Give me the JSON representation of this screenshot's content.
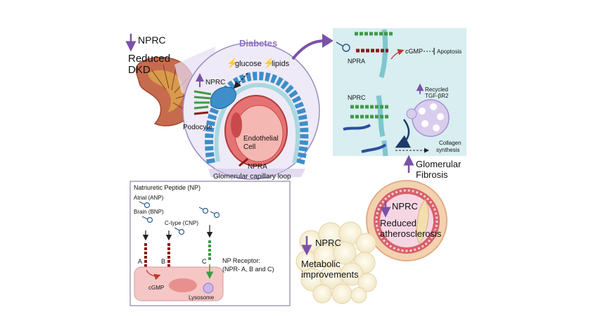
{
  "kidney": {
    "nprc": "NPRC",
    "reduced_line1": "Reduced",
    "reduced_line2": "DKD"
  },
  "glomerulus": {
    "title": "Diabetes",
    "glucose": "glucose",
    "lipids": "lipids",
    "nprc_up": "NPRC",
    "podocyte": "Podocyte",
    "endothelial_line1": "Endothelial",
    "endothelial_line2": "Cell",
    "npra": "NPRA",
    "loop": "Glomerular capillary loop"
  },
  "fibrosis_panel": {
    "npra": "NPRA",
    "cgmp": "cGMP",
    "apoptosis": "Apoptosis",
    "nprc": "NPRC",
    "recycled_line1": "Recycled",
    "recycled_line2": "TGF-βR2",
    "collagen_line1": "Collagen",
    "collagen_line2": "synthesis",
    "result_line1": "Glomerular",
    "result_line2": "Fibrosis",
    "bg_color": "#d8eef0"
  },
  "np_box": {
    "title": "Natriuretic Peptide (NP)",
    "atrial": "Atrial (ANP)",
    "brain": "Brain (BNP)",
    "ctype": "C-type (CNP)",
    "label_a": "A",
    "label_b": "B",
    "label_c": "C",
    "receptor_line1": "NP Receptor:",
    "receptor_line2": "(NPR- A, B and C)",
    "cgmp": "cGMP",
    "lysosome": "Lysosome"
  },
  "vessel": {
    "nprc": "NPRC",
    "reduced_line1": "Reduced",
    "reduced_line2": "atherosclerosis"
  },
  "adipose": {
    "nprc": "NPRC",
    "metabolic_line1": "Metabolic",
    "metabolic_line2": "improvements"
  },
  "colors": {
    "purple_arrow": "#7a52a8",
    "title_purple": "#8f6fc6",
    "red_receptor": "#8b1a1a",
    "green_receptor": "#3f9a48",
    "teal_membrane": "#7fc6cf",
    "podocyte_blue": "#3d8ec9",
    "cell_red": "#d9534f"
  }
}
